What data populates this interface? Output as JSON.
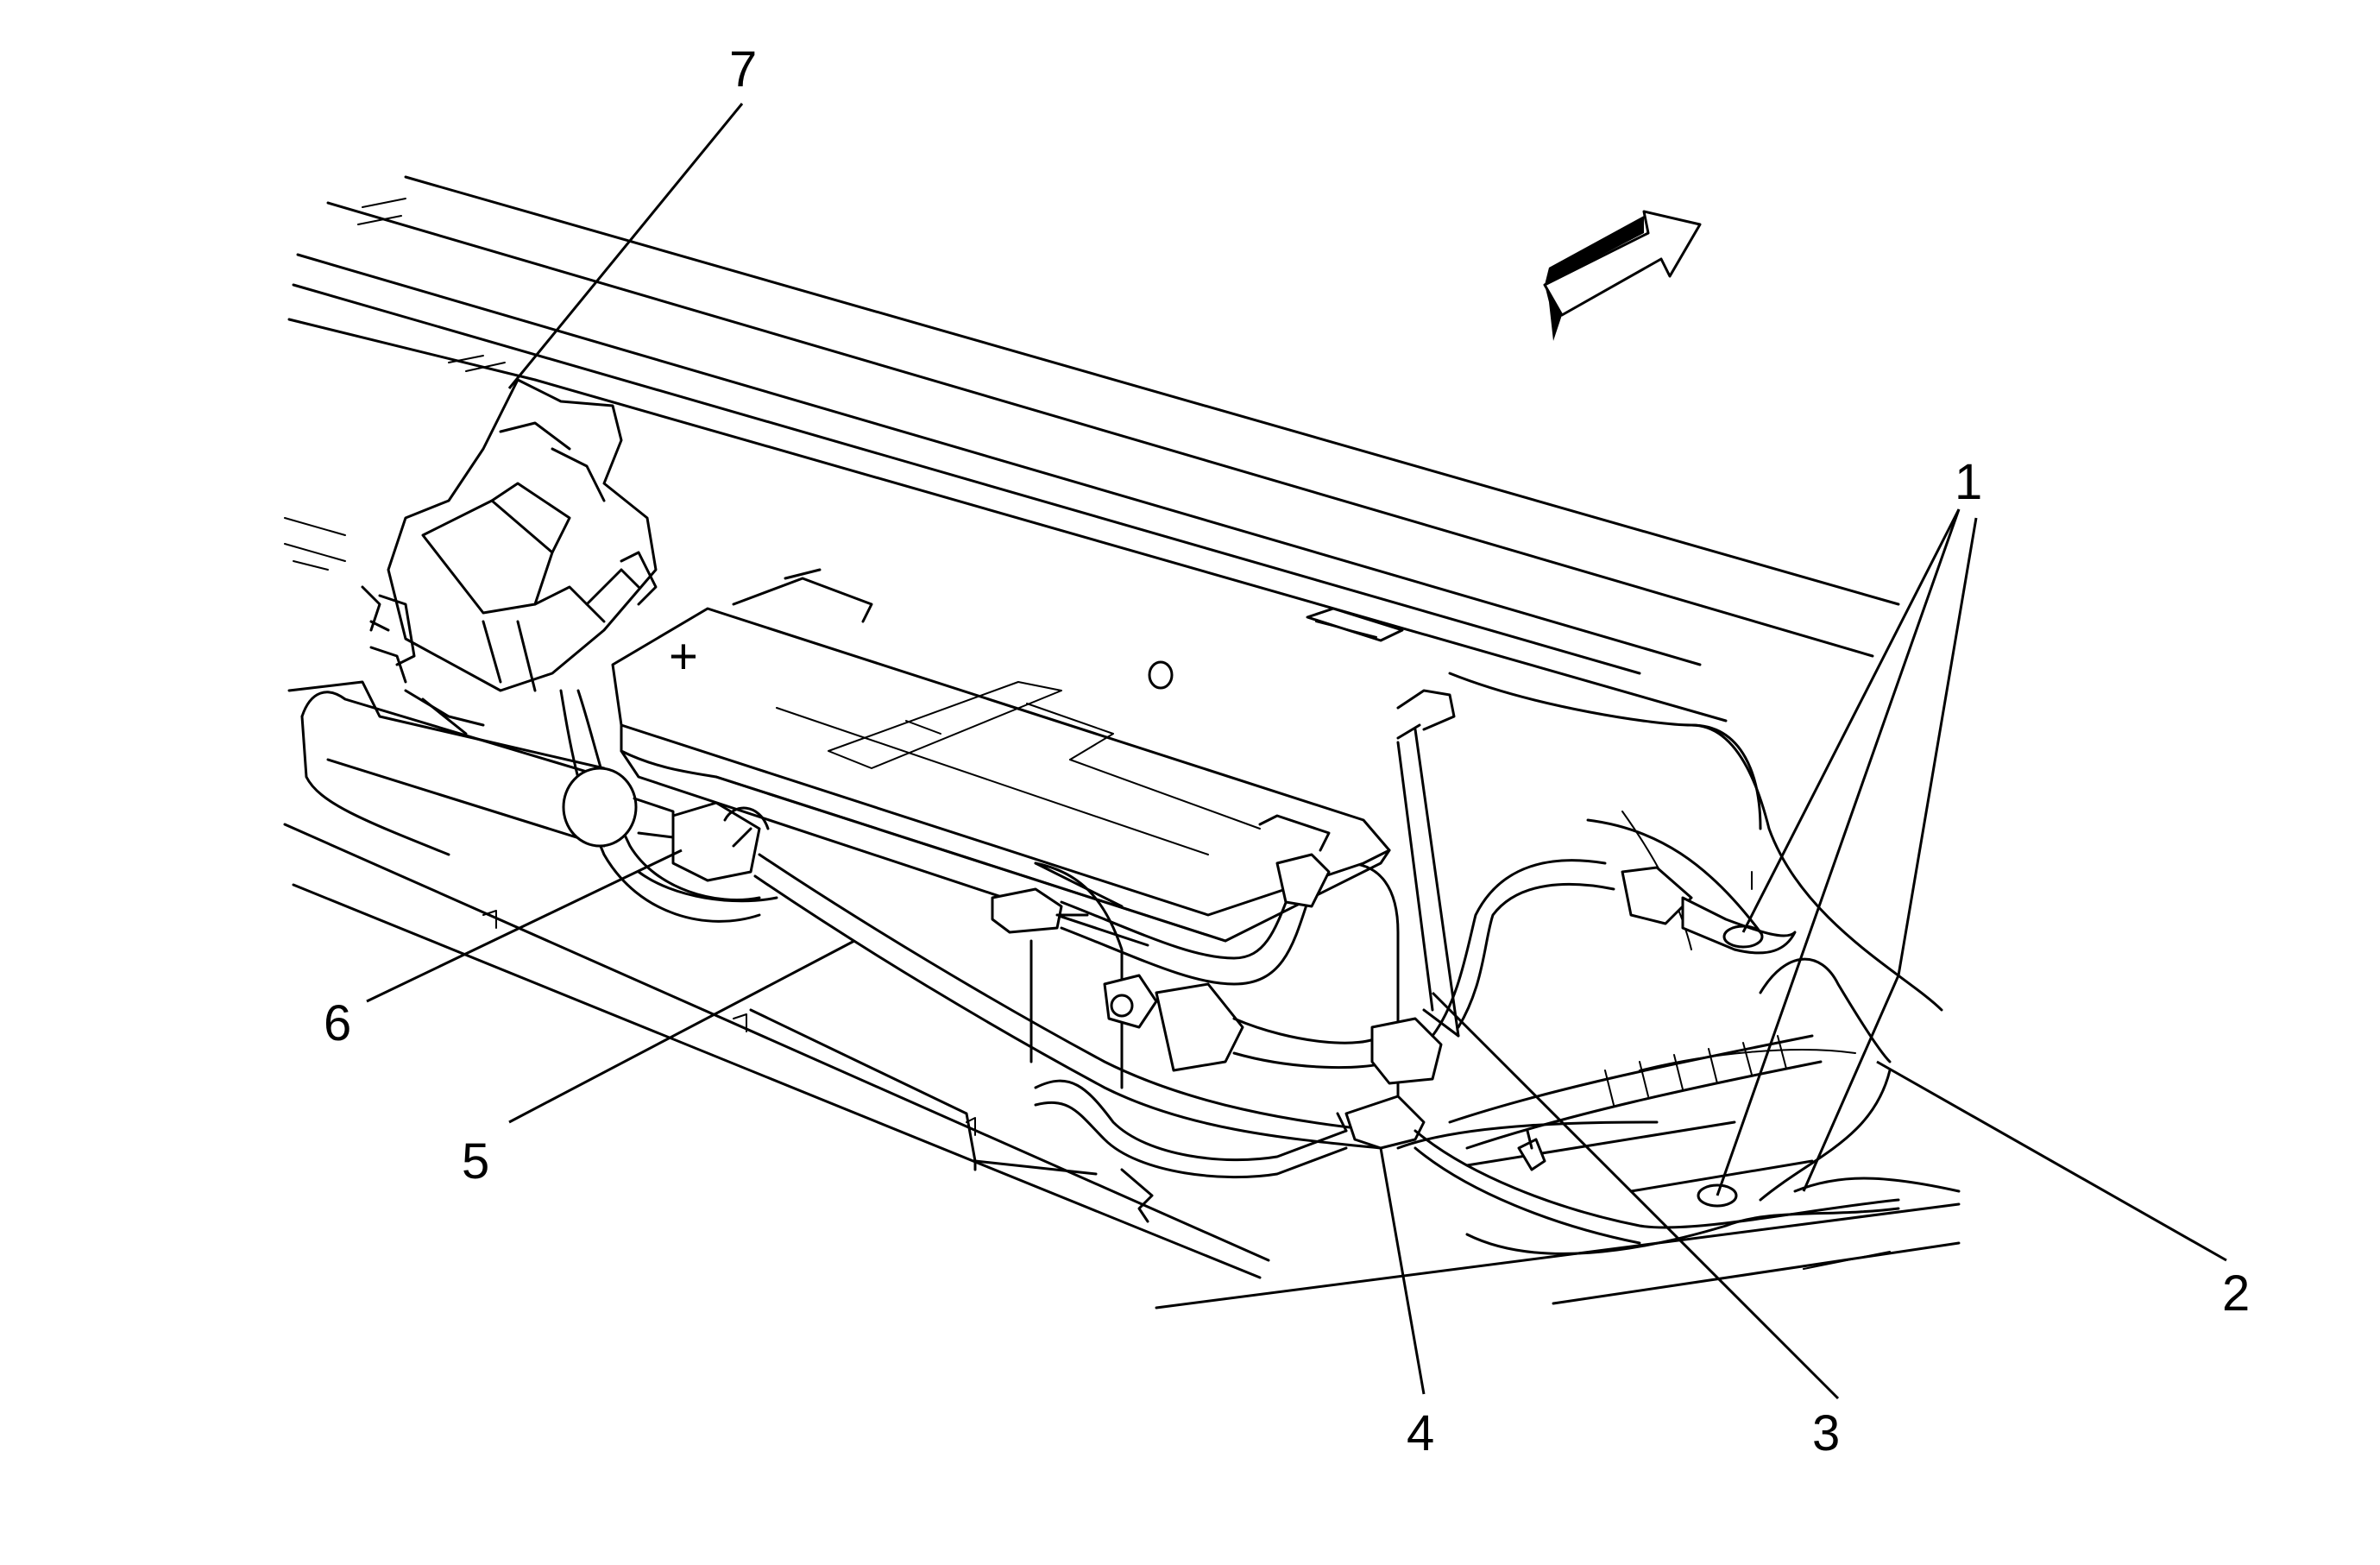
{
  "callouts": {
    "c1": "1",
    "c2": "2",
    "c3": "3",
    "c4": "4",
    "c5": "5",
    "c6": "6",
    "c7": "7"
  },
  "battery": {
    "plus_mark": "+"
  },
  "icons": {
    "direction": "forward-arrow-icon"
  }
}
